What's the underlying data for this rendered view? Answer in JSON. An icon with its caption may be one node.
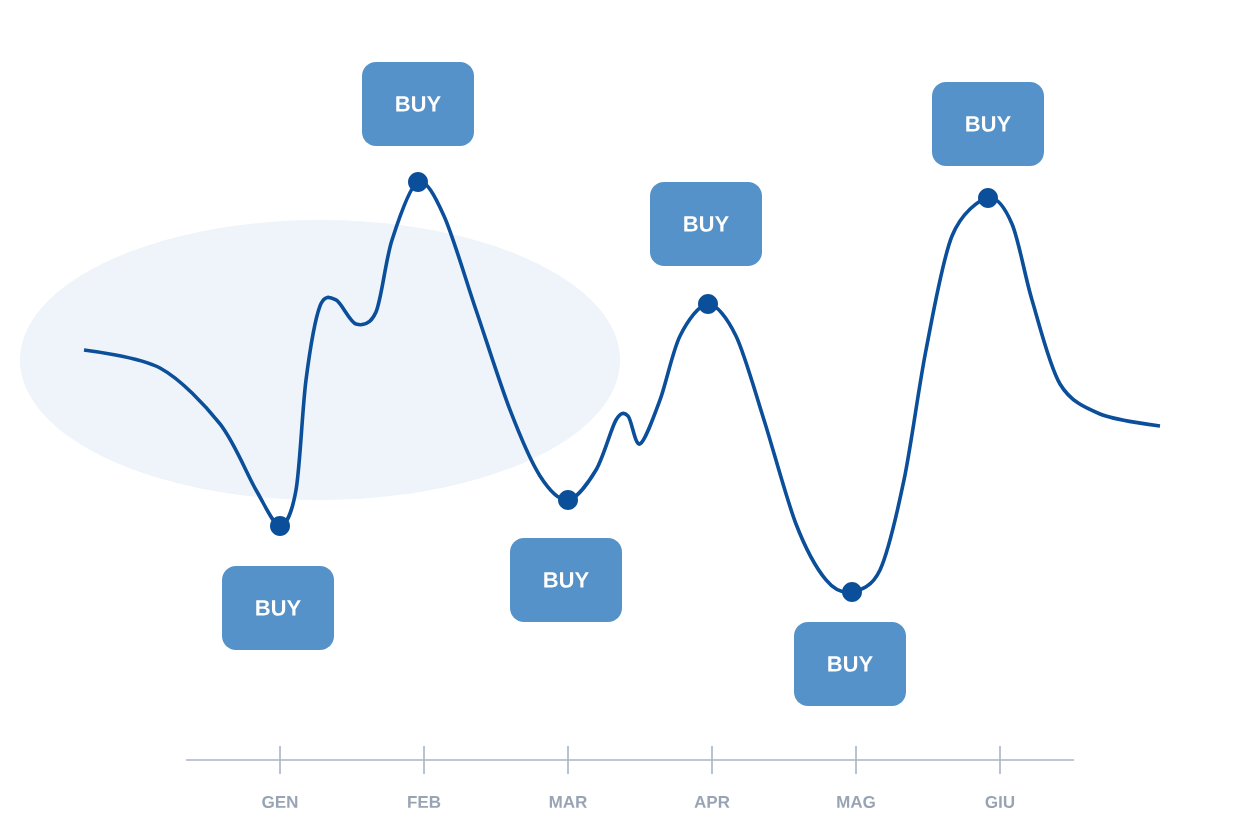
{
  "diagram": {
    "nodes": [
      {
        "text": [
          "BUY"
        ]
      },
      {
        "text": [
          "BUY"
        ]
      },
      {
        "text": [
          "BUY"
        ]
      },
      {
        "text": [
          "BUY"
        ]
      },
      {
        "text": [
          "BUY"
        ]
      },
      {
        "text": [
          "BUY"
        ]
      }
    ],
    "labels": [
      "GEN",
      "FEB",
      "MAR",
      "APR",
      "MAG",
      "GIU"
    ]
  }
}
